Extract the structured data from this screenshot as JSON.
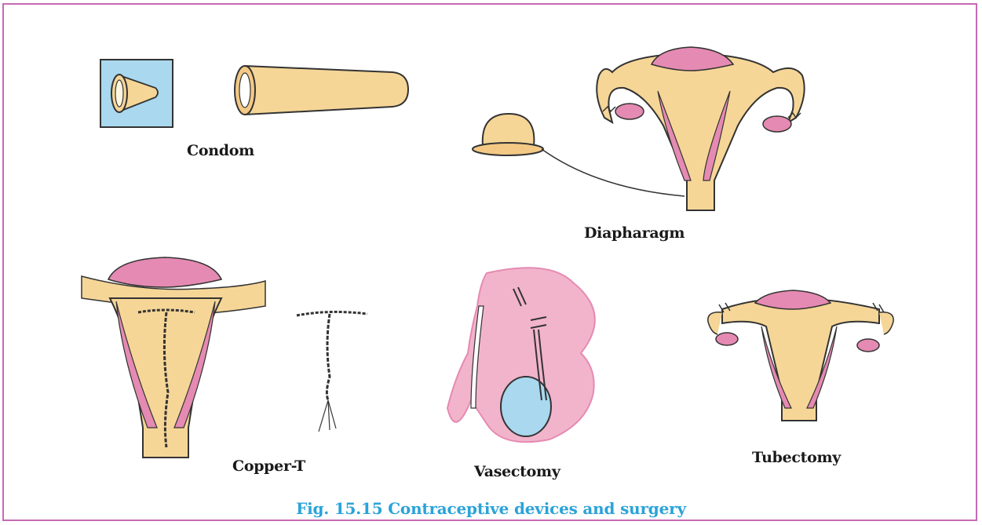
{
  "labels": {
    "condom": "Condom",
    "diaphragm": "Diapharagm",
    "copper_t": "Copper-T",
    "vasectomy": "Vasectomy",
    "tubectomy": "Tubectomy"
  },
  "caption": "Fig. 15.15 Contraceptive devices and surgery",
  "colors": {
    "frame": "#c66ab4",
    "caption": "#2aa3d9",
    "cream": "#f6d697",
    "pink": "#e58ab2",
    "light_blue": "#a9d8ef"
  }
}
